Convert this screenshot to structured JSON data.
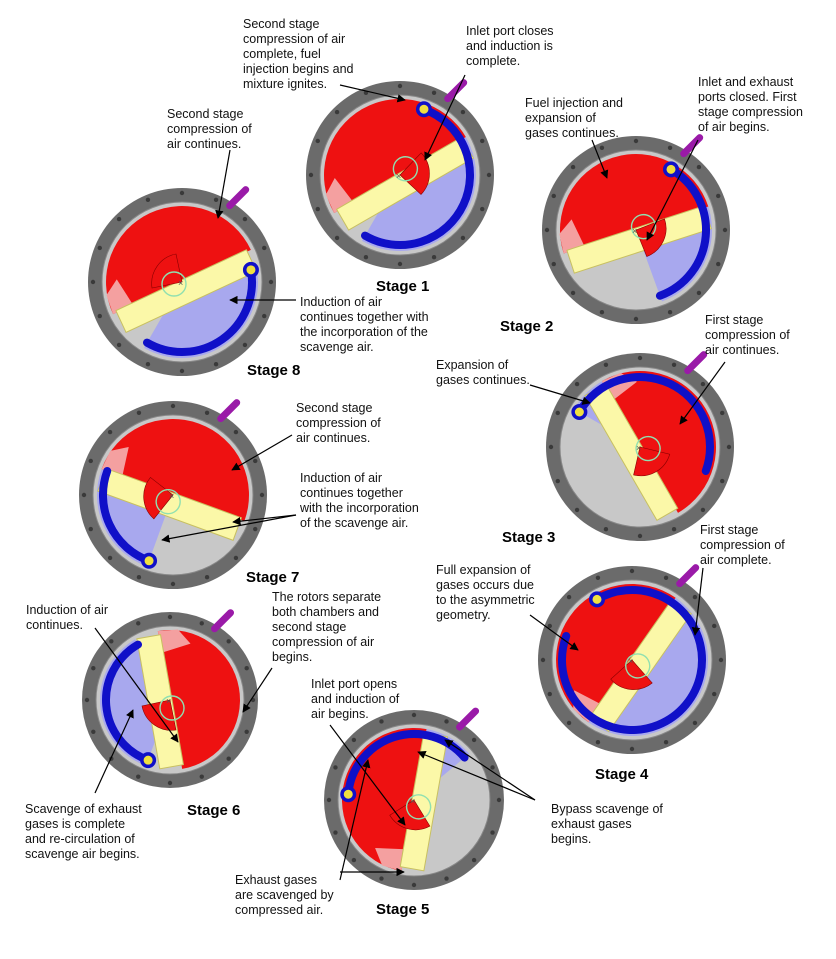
{
  "stages": [
    {
      "id": "stage-1",
      "title": "Stage 1",
      "rotate": -30,
      "wedge": -35,
      "blueStart": -70,
      "blueEnd": 120
    },
    {
      "id": "stage-2",
      "title": "Stage 2",
      "rotate": -18,
      "wedge": -10,
      "blueStart": -60,
      "blueEnd": 70
    },
    {
      "id": "stage-3",
      "title": "Stage 3",
      "rotate": 60,
      "wedge": 25,
      "blueStart": -150,
      "blueEnd": 20
    },
    {
      "id": "stage-4",
      "title": "Stage 4",
      "rotate": -55,
      "wedge": 60,
      "blueStart": -120,
      "blueEnd": 200
    },
    {
      "id": "stage-5",
      "title": "Stage 5",
      "rotate": -80,
      "wedge": 70,
      "blueStart": -175,
      "blueEnd": -40
    },
    {
      "id": "stage-6",
      "title": "Stage 6",
      "rotate": 80,
      "wedge": 90,
      "blueStart": 110,
      "blueEnd": 240
    },
    {
      "id": "stage-7",
      "title": "Stage 7",
      "rotate": 20,
      "wedge": 140,
      "blueStart": 110,
      "blueEnd": 200
    },
    {
      "id": "stage-8",
      "title": "Stage 8",
      "rotate": -25,
      "wedge": 180,
      "blueStart": -10,
      "blueEnd": 120
    }
  ],
  "annotations": [
    {
      "id": "s1-note-1",
      "text": "Second stage\ncompression of air\ncomplete, fuel\ninjection begins and\nmixture ignites."
    },
    {
      "id": "s1-note-2",
      "text": "Inlet port closes\nand induction is\ncomplete."
    },
    {
      "id": "s8-note-1",
      "text": "Second stage\ncompression of\nair continues."
    },
    {
      "id": "s2-note-1",
      "text": "Fuel injection and\nexpansion of\ngases continues."
    },
    {
      "id": "s2-note-2",
      "text": "Inlet and exhaust\nports closed. First\nstage compression\nof air begins."
    },
    {
      "id": "s8-note-2",
      "text": "Induction of air\ncontinues together with\nthe incorporation of the\nscavenge air."
    },
    {
      "id": "s3-note-1",
      "text": "First stage\ncompression of\nair continues."
    },
    {
      "id": "s3-note-2",
      "text": "Expansion of\ngases continues."
    },
    {
      "id": "s7-note-1",
      "text": "Second stage\ncompression of\nair continues."
    },
    {
      "id": "s7-note-2",
      "text": "Induction of air\ncontinues together\nwith the incorporation\nof the scavenge air."
    },
    {
      "id": "s4-note-1",
      "text": "First stage\ncompression of\nair complete."
    },
    {
      "id": "s4-note-2",
      "text": "Full expansion of\ngases occurs due\nto the asymmetric\ngeometry."
    },
    {
      "id": "s6-note-1",
      "text": "Induction of air\ncontinues."
    },
    {
      "id": "s6-note-2",
      "text": "The rotors separate\nboth chambers and\nsecond stage\ncompression of air\nbegins."
    },
    {
      "id": "s5-note-1",
      "text": "Inlet port opens\nand induction of\nair begins."
    },
    {
      "id": "s6-note-3",
      "text": "Scavenge of exhaust\ngases is complete\nand re-circulation of\nscavenge air begins."
    },
    {
      "id": "s5-note-2",
      "text": "Bypass scavenge of\nexhaust gases\nbegins."
    },
    {
      "id": "s5-note-3",
      "text": "Exhaust gases\nare scavenged by\ncompressed air."
    }
  ],
  "colors": {
    "casing": "#6b6b6b",
    "chamber": "#c8c8c8",
    "red": "#ee1111",
    "pink": "#f4a0a0",
    "yellow": "#fbf8a8",
    "lightBlue": "#a8a8ee",
    "blue": "#1010c8",
    "injector": "#9a1aa8",
    "green": "#90e0b0"
  }
}
